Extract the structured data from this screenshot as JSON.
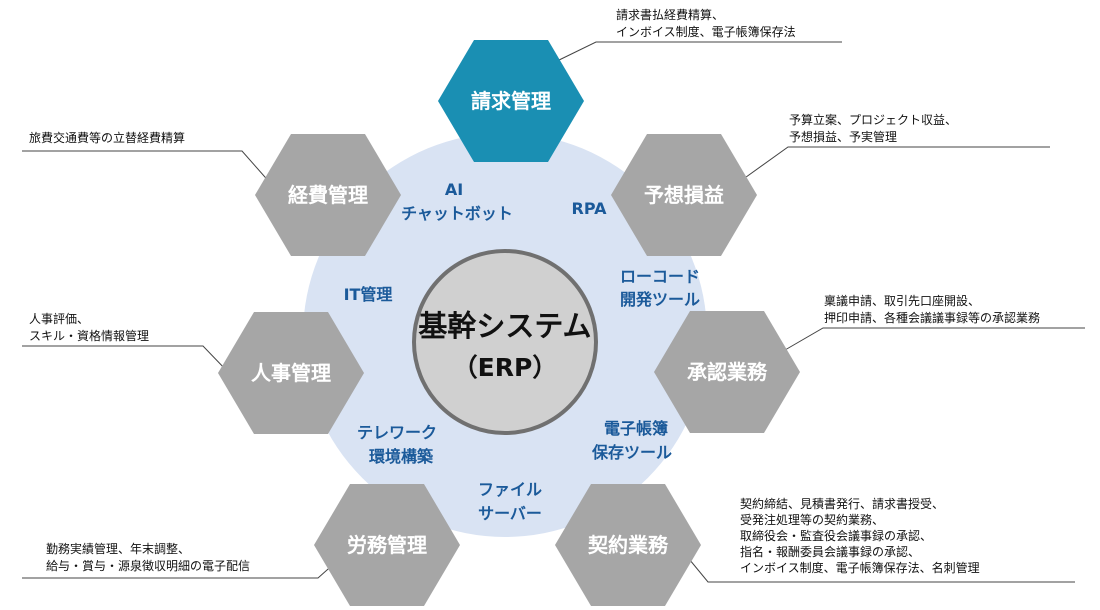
{
  "center": {
    "title": "基幹システム",
    "subtitle": "（ERP）"
  },
  "modules": [
    {
      "label": "請求管理",
      "style": "accent",
      "desc": [
        "請求書払経費精算、",
        "インボイス制度、電子帳簿保存法"
      ]
    },
    {
      "label": "予想損益",
      "style": "gray",
      "desc": [
        "予算立案、プロジェクト収益、",
        "予想損益、予実管理"
      ]
    },
    {
      "label": "承認業務",
      "style": "gray",
      "desc": [
        "稟議申請、取引先口座開設、",
        "押印申請、各種会議議事録等の承認業務"
      ]
    },
    {
      "label": "契約業務",
      "style": "gray",
      "desc": [
        "契約締結、見積書発行、請求書授受、",
        "受発注処理等の契約業務、",
        "取締役会・監査役会議事録の承認、",
        "指名・報酬委員会議事録の承認、",
        "インボイス制度、電子帳簿保存法、名刺管理"
      ]
    },
    {
      "label": "労務管理",
      "style": "gray",
      "desc": [
        "勤務実績管理、年末調整、",
        "給与・賞与・源泉徴収明細の電子配信"
      ]
    },
    {
      "label": "人事管理",
      "style": "gray",
      "desc": [
        "人事評価、",
        "スキル・資格情報管理"
      ]
    },
    {
      "label": "経費管理",
      "style": "gray",
      "desc": [
        "旅費交通費等の立替経費精算"
      ]
    }
  ],
  "tools": [
    [
      "AI",
      "チャットボット"
    ],
    [
      "RPA"
    ],
    [
      "ローコード",
      "開発ツール"
    ],
    [
      "電子帳簿",
      "保存ツール"
    ],
    [
      "ファイル",
      "サーバー"
    ],
    [
      "テレワーク",
      "環境構築"
    ],
    [
      "IT管理"
    ]
  ],
  "colors": {
    "accent": "#1a8fb3",
    "hex_gray": "#a6a6a6",
    "ring": "#d9e3f3",
    "center_fill": "#d0d0d0",
    "center_stroke": "#707070",
    "tool_text": "#1b5a9a"
  }
}
